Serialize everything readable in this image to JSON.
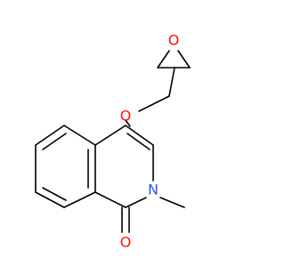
{
  "molecule": {
    "atoms": [
      {
        "id": "o_epoxide",
        "symbol": "O",
        "color": "#ff0d0d"
      },
      {
        "id": "o_ether",
        "symbol": "O",
        "color": "#ff0d0d"
      },
      {
        "id": "n_ring",
        "symbol": "N",
        "color": "#3050f8"
      },
      {
        "id": "o_carbonyl",
        "symbol": "O",
        "color": "#ff0d0d"
      }
    ],
    "bond_color": "#000000"
  }
}
